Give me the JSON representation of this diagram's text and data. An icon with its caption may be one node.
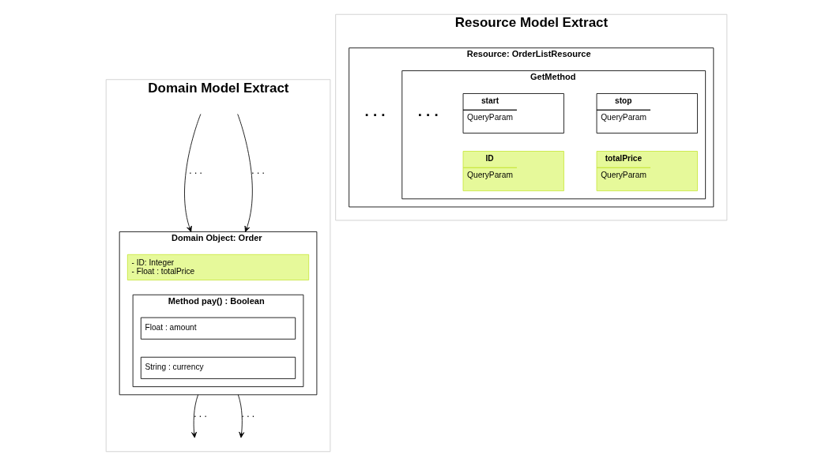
{
  "diagram": {
    "nodes": [
      {
        "text": [
          "Domain Model Extract"
        ]
      },
      {
        "text": [
          "Domain Object: Order"
        ],
        "in": 0
      },
      {
        "text": [
          "- ID: Integer",
          "- Float : totalPrice"
        ],
        "in": 1
      },
      {
        "text": [
          "Method pay() : Boolean"
        ],
        "in": 1
      },
      {
        "text": [
          "Float : amount"
        ],
        "in": 3
      },
      {
        "text": [
          "String : currency"
        ],
        "in": 3
      },
      {
        "text": [
          "Resource Model Extract"
        ]
      },
      {
        "text": [
          "Resource: OrderListResource"
        ],
        "in": 6
      },
      {
        "text": [
          "GetMethod"
        ],
        "in": 7
      },
      {
        "text": [
          "start",
          "QueryParam"
        ],
        "in": 8
      },
      {
        "text": [
          "stop",
          "QueryParam"
        ],
        "in": 8
      },
      {
        "text": [
          "ID",
          "QueryParam"
        ],
        "in": 8
      },
      {
        "text": [
          "totalPrice",
          "QueryParam"
        ],
        "in": 8
      }
    ],
    "edges": [
      {
        "from": null,
        "to": 1,
        "arrow": "to",
        "label": ". . ."
      },
      {
        "from": null,
        "to": 1,
        "arrow": "to",
        "label": ". . ."
      },
      {
        "from": 1,
        "to": null,
        "arrow": "to",
        "label": ". . ."
      },
      {
        "from": 1,
        "to": null,
        "arrow": "to",
        "label": ". . ."
      }
    ],
    "labels": [
      ". . .",
      ". . ."
    ]
  }
}
